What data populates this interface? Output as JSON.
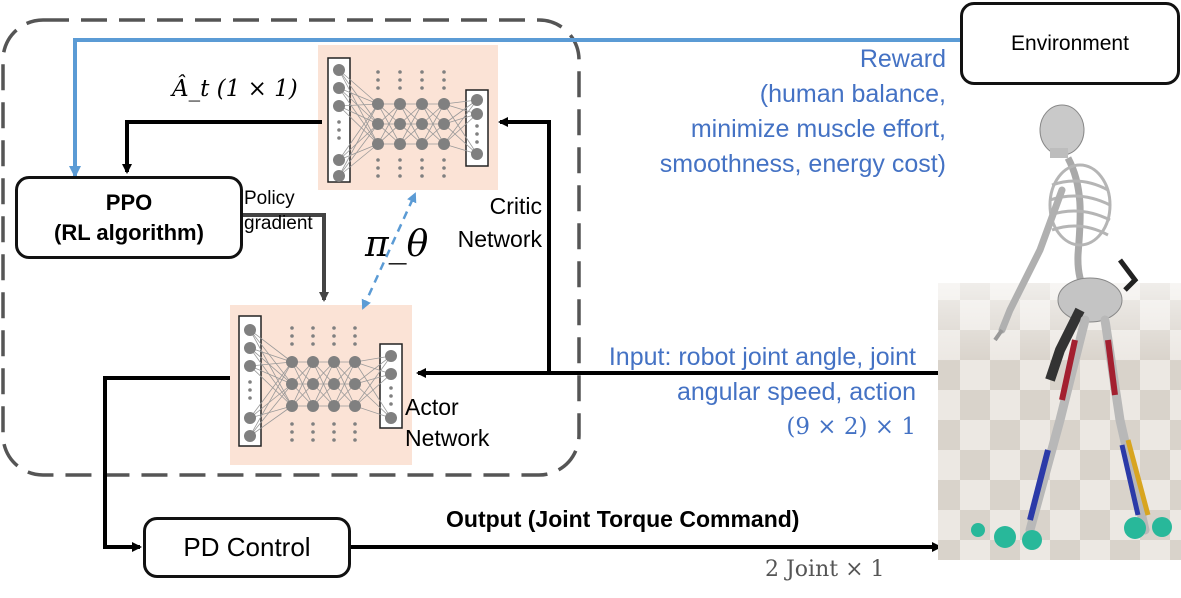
{
  "nodes": {
    "environment": "Environment",
    "ppo_line1": "PPO",
    "ppo_line2": "(RL algorithm)",
    "pd_control": "PD Control",
    "critic_line1": "Critic",
    "critic_line2": "Network",
    "actor_line1": "Actor",
    "actor_line2": "Network"
  },
  "labels": {
    "advantage": "Â_t (1 × 1)",
    "policy_line1": "Policy",
    "policy_line2": "gradient",
    "pi_theta": "π_θ",
    "reward": [
      "Reward",
      "(human balance,",
      "minimize muscle effort,",
      "smoothness, energy cost)"
    ],
    "input": [
      "Input: robot joint angle, joint",
      "angular speed, action",
      "(9 × 2) × 1"
    ],
    "output": "Output (Joint Torque Command)",
    "output_dim": "2 Joint × 1"
  },
  "colors": {
    "reward_line": "#5B9BD5",
    "text_blue": "#4472C4",
    "network_bg": "#FBE3D6",
    "node": "#808080",
    "dashed_border": "#555555"
  }
}
